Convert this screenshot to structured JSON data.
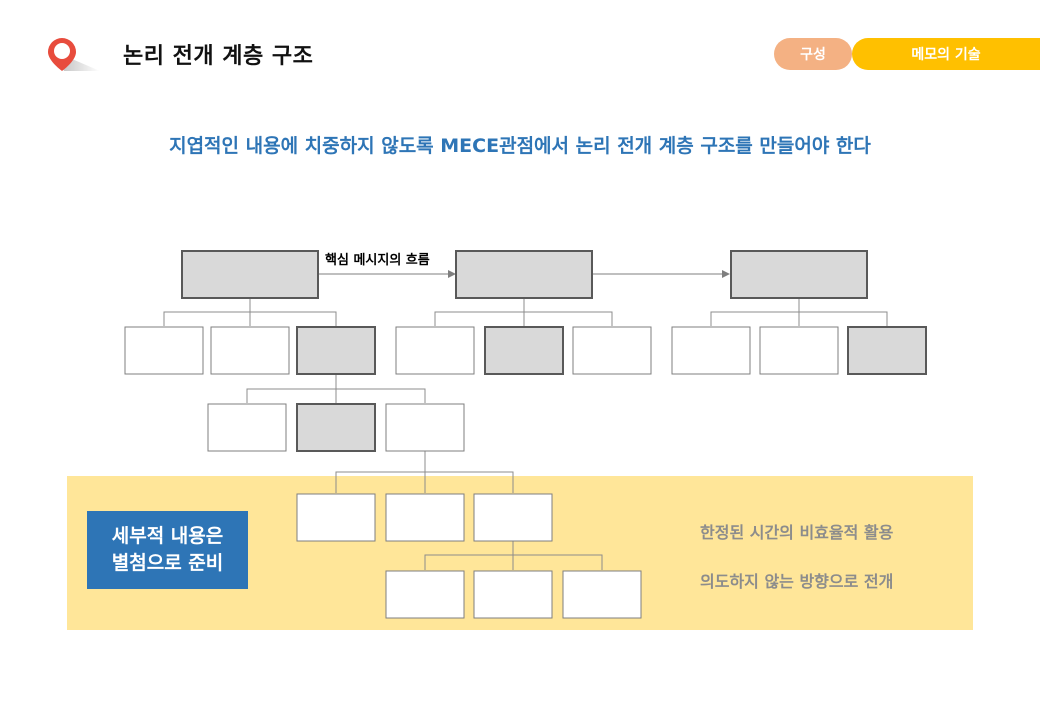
{
  "header": {
    "title": "논리 전개 계층 구조",
    "tags": [
      "구성",
      "메모의 기술"
    ],
    "accent_pin": "#e84c3d",
    "tag_colors": [
      "#f4b183",
      "#ffc000"
    ]
  },
  "subtitle": "지엽적인 내용에 치중하지 않도록 MECE관점에서 논리 전개 계층 구조를 만들어야 한다",
  "diagram": {
    "flow_label": "핵심 메시지의 흐름",
    "highlight_band": {
      "box_lines": [
        "세부적 내용은",
        "별첨으로 준비"
      ],
      "notes": [
        "한정된 시간의 비효율적 활용",
        "의도하지 않는 방향으로 전개"
      ]
    }
  }
}
